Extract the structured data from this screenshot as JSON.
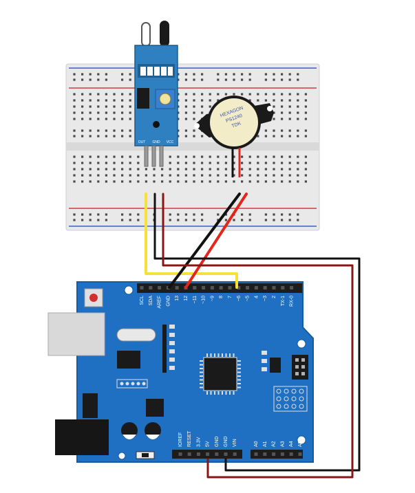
{
  "colors": {
    "background": "#ffffff",
    "breadboard": "#e9e9e9",
    "breadboard_rail_red": "#d23a3a",
    "breadboard_rail_blue": "#3a5fbf",
    "arduino_blue": "#1f6fc2",
    "arduino_dark_blue": "#165a9f",
    "sensor_blue": "#2f80c0",
    "wire_yellow": "#f5e13a",
    "wire_black": "#111111",
    "wire_red": "#e3261b",
    "wire_dark_red": "#8b1414",
    "header_black": "#1d1d1d",
    "chip_black": "#1a1a1a"
  },
  "sensor": {
    "pin_labels": [
      "OUT",
      "GND",
      "VCC"
    ]
  },
  "buzzer": {
    "label_lines": [
      "HEXAGON",
      "PS1240",
      "TDK"
    ]
  },
  "arduino": {
    "top_header_labels": [
      "SCL",
      "SDA",
      "AREF",
      "GND",
      "13",
      "12",
      "~11",
      "~10",
      "~9",
      "8",
      "7",
      "~6",
      "~5",
      "4",
      "~3",
      "2",
      "TX-1",
      "RX-0"
    ],
    "power_header_labels": [
      "IOREF",
      "RESET",
      "3.3V",
      "5V",
      "GND",
      "GND",
      "VIN"
    ],
    "analog_header_labels": [
      "A0",
      "A1",
      "A2",
      "A3",
      "A4",
      "A5"
    ]
  },
  "icons": [
    "usb-connector-icon",
    "dc-jack-icon",
    "reset-button-icon",
    "microcontroller-chip-icon",
    "crystal-icon",
    "capacitor-icon"
  ]
}
